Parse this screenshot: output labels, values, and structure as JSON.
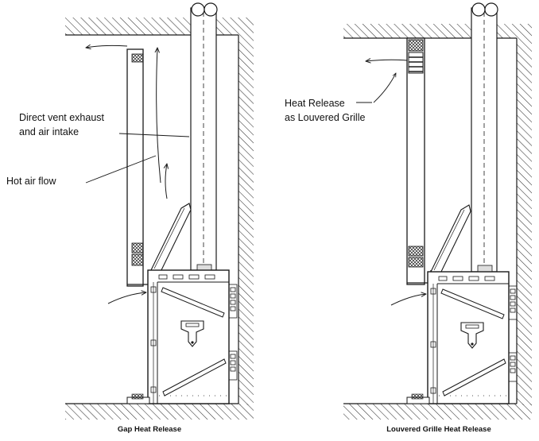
{
  "left_diagram": {
    "caption": "Gap Heat Release",
    "callouts": {
      "vent_line1": "Direct vent exhaust",
      "vent_line2": "and air intake",
      "hot_air": "Hot air flow"
    }
  },
  "right_diagram": {
    "caption": "Louvered Grille Heat Release",
    "callouts": {
      "heat_line1": "Heat Release",
      "heat_line2": "as Louvered Grille"
    }
  },
  "colors": {
    "line": "#1a1a1a",
    "hatch": "#333333",
    "background": "#ffffff"
  }
}
